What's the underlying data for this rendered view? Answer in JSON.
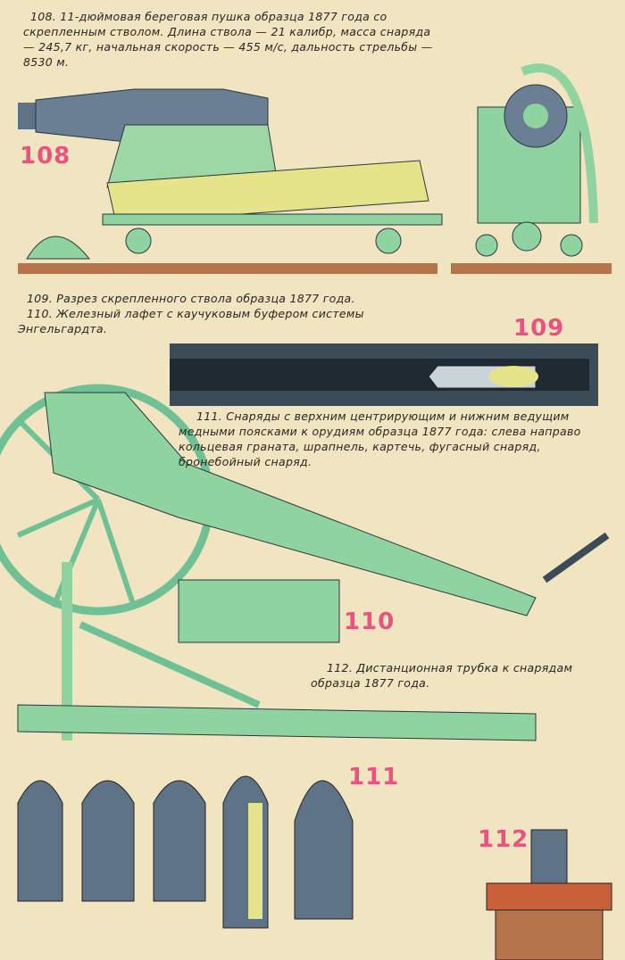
{
  "captions": {
    "c108": "108. 11-дюймовая береговая пушка образца 1877 года со скрепленным стволом. Длина ствола — 21 калибр, масса снаряда — 245,7 кг, начальная скорость — 455 м/с, дальность стрельбы — 8530 м.",
    "c109": "109. Разрез скрепленного ствола образца 1877 года.",
    "c110": "110. Железный лафет с каучуковым буфером системы Энгельгардта.",
    "c111": "111. Снаряды с верхним центрирующим и нижним ведущим медными поясками к орудиям образца 1877 года: слева направо кольцевая граната, шрапнель, картечь, фугасный снаряд, бронебойный снаряд.",
    "c112": "112. Дистанционная трубка к снарядам образца 1877 года."
  },
  "labels": {
    "l108": "108",
    "l109": "109",
    "l110": "110",
    "l111": "111",
    "l112": "112"
  },
  "colors": {
    "accent": "#e8537f",
    "steel": "#5f7386",
    "green": "#8fd3a0",
    "yellow": "#e6e48a"
  }
}
